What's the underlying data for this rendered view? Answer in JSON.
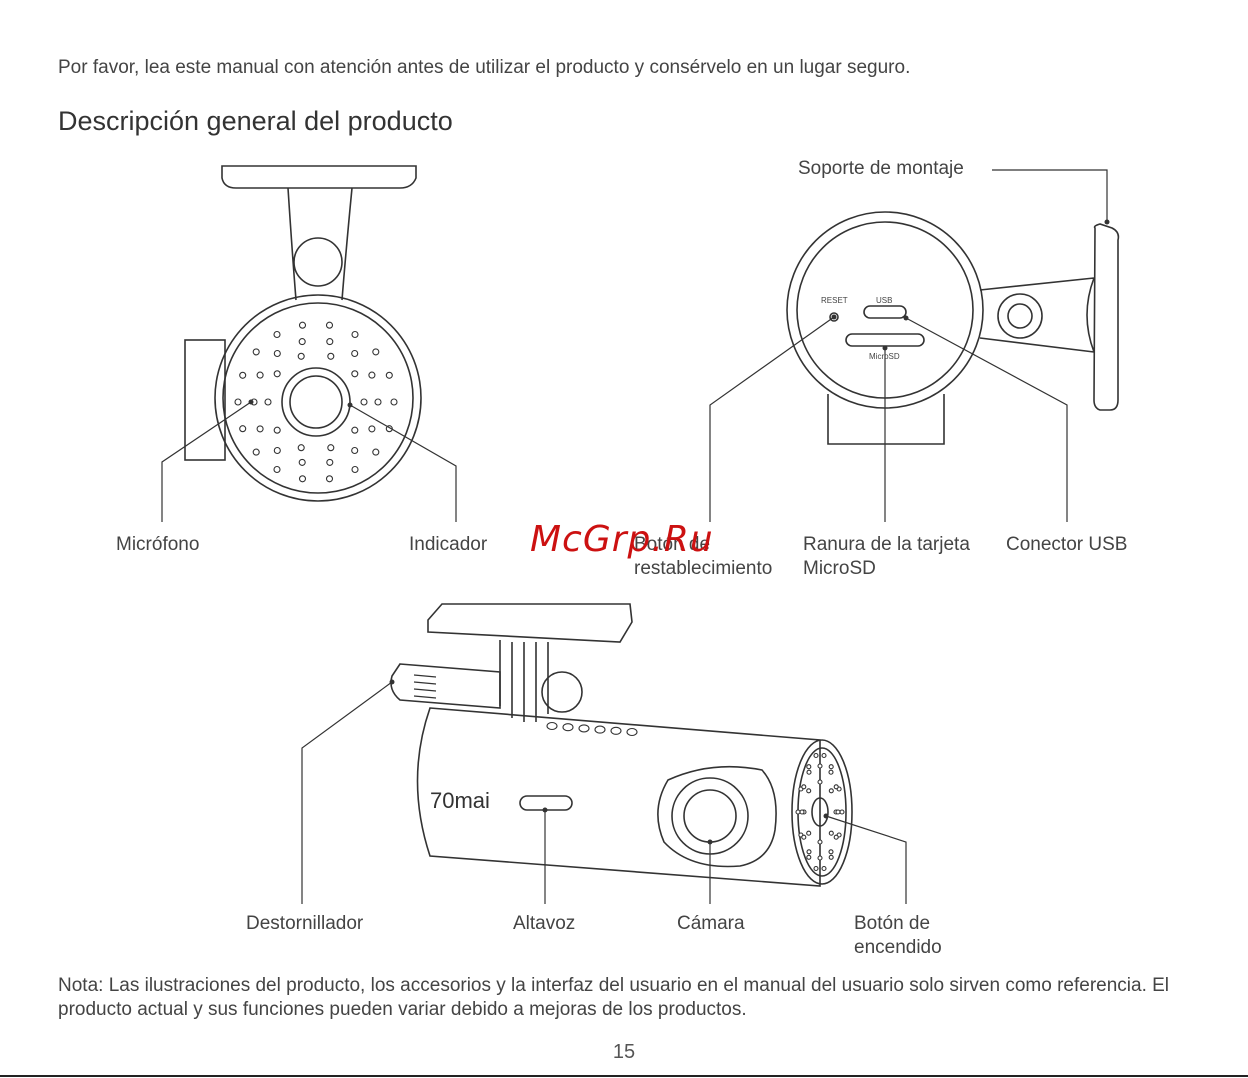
{
  "intro": "Por favor, lea este manual con atención antes de utilizar el producto y consérvelo en un lugar seguro.",
  "title": "Descripción general del producto",
  "labels": {
    "mount": "Soporte de montaje",
    "microphone": "Micrófono",
    "indicator": "Indicador",
    "reset_line1": "Botón de",
    "reset_line2": "restablecimiento",
    "microsd_line1": "Ranura de la tarjeta",
    "microsd_line2": "MicroSD",
    "usb": "Conector USB",
    "screwdriver": "Destornillador",
    "speaker": "Altavoz",
    "camera": "Cámara",
    "power_line1": "Botón de",
    "power_line2": "encendido"
  },
  "device_text": {
    "reset": "RESET",
    "usb": "USB",
    "microsd": "MicroSD",
    "brand": "70mai"
  },
  "note": "Nota: Las ilustraciones del producto, los accesorios y la interfaz del usuario en el manual del usuario solo sirven como referencia. El producto actual y sus funciones pueden variar debido a mejoras de los productos.",
  "page_number": "15",
  "watermark": "McGrp.Ru",
  "colors": {
    "text": "#444444",
    "line": "#333333",
    "watermark": "#cc1111"
  }
}
